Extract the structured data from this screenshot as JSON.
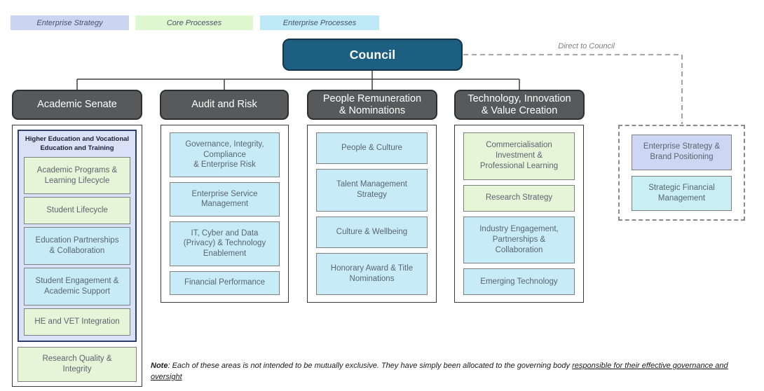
{
  "legend": {
    "items": [
      {
        "label": "Enterprise Strategy",
        "color": "#CBD4F1"
      },
      {
        "label": "Core Processes",
        "color": "#DFF8D0"
      },
      {
        "label": "Enterprise Processes",
        "color": "#BFE9F6"
      }
    ]
  },
  "council": {
    "label": "Council",
    "color": "#1D5F80"
  },
  "direct_link": {
    "label": "Direct to Council"
  },
  "committees": [
    {
      "name": "Academic Senate",
      "group": {
        "title": "Higher Education and Vocational\nEducation and Training",
        "color": "#D9E1F8",
        "items": [
          {
            "label": "Academic Programs &\nLearning Lifecycle",
            "color": "#E4F5D8"
          },
          {
            "label": "Student Lifecycle",
            "color": "#E4F5D8"
          },
          {
            "label": "Education Partnerships\n& Collaboration",
            "color": "#C8ECF7"
          },
          {
            "label": "Student Engagement &\nAcademic Support",
            "color": "#C8ECF7"
          },
          {
            "label": "HE and VET Integration",
            "color": "#E4F5D8"
          }
        ]
      },
      "items": [
        {
          "label": "Research Quality &\nIntegrity",
          "color": "#E4F5D8"
        }
      ]
    },
    {
      "name": "Audit and Risk",
      "items": [
        {
          "label": "Governance, Integrity,\nCompliance\n& Enterprise Risk",
          "color": "#C8ECF7"
        },
        {
          "label": "Enterprise Service\nManagement",
          "color": "#C8ECF7"
        },
        {
          "label": "IT, Cyber and Data\n(Privacy) & Technology\nEnablement",
          "color": "#C8ECF7"
        },
        {
          "label": "Financial Performance",
          "color": "#C8ECF7"
        }
      ]
    },
    {
      "name": "People Remuneration\n& Nominations",
      "items": [
        {
          "label": "People & Culture",
          "color": "#C8ECF7"
        },
        {
          "label": "Talent Management\nStrategy",
          "color": "#C8ECF7"
        },
        {
          "label": "Culture & Wellbeing",
          "color": "#C8ECF7"
        },
        {
          "label": "Honorary Award & Title\nNominations",
          "color": "#C8ECF7"
        }
      ]
    },
    {
      "name": "Technology, Innovation\n& Value Creation",
      "items": [
        {
          "label": "Commercialisation\nInvestment &\nProfessional Learning",
          "color": "#E4F5D8"
        },
        {
          "label": "Research Strategy",
          "color": "#E4F5D8"
        },
        {
          "label": "Industry Engagement,\nPartnerships &\nCollaboration",
          "color": "#C8ECF7"
        },
        {
          "label": "Emerging Technology",
          "color": "#C8ECF7"
        }
      ]
    }
  ],
  "direct_box": {
    "items": [
      {
        "label": "Enterprise Strategy &\nBrand Positioning",
        "color": "#CDD6F2"
      },
      {
        "label": "Strategic Financial\nManagement",
        "color": "#C9EFF5"
      }
    ]
  },
  "note": {
    "label": "Note",
    "text": ": Each of these areas is not intended to be mutually exclusive. They have simply been allocated to the governing body ",
    "underlined": "responsible for their effective governance and oversight"
  }
}
